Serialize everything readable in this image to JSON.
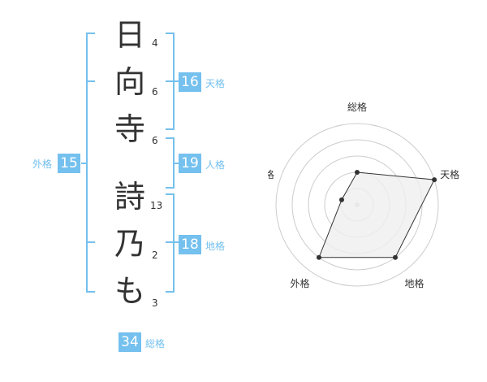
{
  "name": {
    "characters": [
      {
        "char": "日",
        "strokes": "4"
      },
      {
        "char": "向",
        "strokes": "6"
      },
      {
        "char": "寺",
        "strokes": "6"
      },
      {
        "char": "詩",
        "strokes": "13"
      },
      {
        "char": "乃",
        "strokes": "2"
      },
      {
        "char": "も",
        "strokes": "3"
      }
    ]
  },
  "fortune": {
    "gaikaku": {
      "label": "外格",
      "value": "15"
    },
    "tenkaku": {
      "label": "天格",
      "value": "16"
    },
    "jinkaku": {
      "label": "人格",
      "value": "19"
    },
    "chikaku": {
      "label": "地格",
      "value": "18"
    },
    "soukaku": {
      "label": "総格",
      "value": "34"
    }
  },
  "chart_data": {
    "type": "radar",
    "axes": [
      "総格",
      "天格",
      "地格",
      "外格",
      "人格"
    ],
    "values": [
      2,
      5,
      4,
      4,
      1
    ],
    "max": 5,
    "rings": 5,
    "colors": {
      "fill": "#efefef",
      "line": "#333333",
      "grid": "#cccccc",
      "point": "#333333"
    }
  }
}
